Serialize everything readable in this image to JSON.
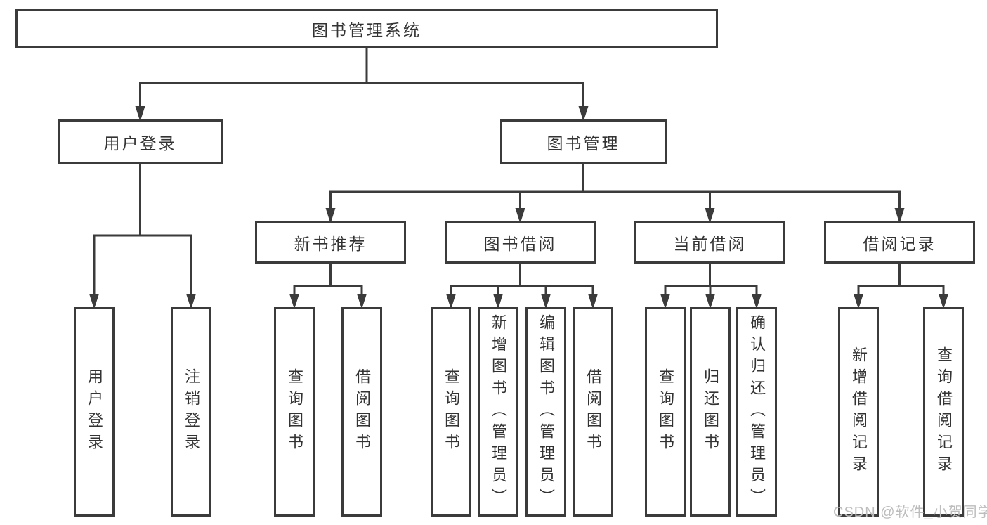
{
  "diagram": {
    "nodes": [
      {
        "id": "system",
        "label": "图书管理系统",
        "text_direction": "horizontal",
        "children": [
          "user-login",
          "book-management"
        ]
      },
      {
        "id": "user-login",
        "label": "用户登录",
        "text_direction": "horizontal",
        "children": [
          "login",
          "logout"
        ]
      },
      {
        "id": "book-management",
        "label": "图书管理",
        "text_direction": "horizontal",
        "children": [
          "new-book-rec",
          "book-borrow",
          "current-borrow",
          "borrow-records"
        ]
      },
      {
        "id": "new-book-rec",
        "label": "新书推荐",
        "text_direction": "horizontal",
        "children": [
          "nbr-query",
          "nbr-borrow"
        ]
      },
      {
        "id": "book-borrow",
        "label": "图书借阅",
        "text_direction": "horizontal",
        "children": [
          "bb-query",
          "bb-add",
          "bb-edit",
          "bb-borrow"
        ]
      },
      {
        "id": "current-borrow",
        "label": "当前借阅",
        "text_direction": "horizontal",
        "children": [
          "cb-query",
          "cb-return",
          "cb-confirm"
        ]
      },
      {
        "id": "borrow-records",
        "label": "借阅记录",
        "text_direction": "horizontal",
        "children": [
          "br-add",
          "br-query"
        ]
      },
      {
        "id": "login",
        "label": "用户登录",
        "text_direction": "vertical",
        "children": []
      },
      {
        "id": "logout",
        "label": "注销登录",
        "text_direction": "vertical",
        "children": []
      },
      {
        "id": "nbr-query",
        "label": "查询图书",
        "text_direction": "vertical",
        "children": []
      },
      {
        "id": "nbr-borrow",
        "label": "借阅图书",
        "text_direction": "vertical",
        "children": []
      },
      {
        "id": "bb-query",
        "label": "查询图书",
        "text_direction": "vertical",
        "children": []
      },
      {
        "id": "bb-add",
        "label": "新增图书（管理员）",
        "text_direction": "vertical",
        "children": []
      },
      {
        "id": "bb-edit",
        "label": "编辑图书（管理员）",
        "text_direction": "vertical",
        "children": []
      },
      {
        "id": "bb-borrow",
        "label": "借阅图书",
        "text_direction": "vertical",
        "children": []
      },
      {
        "id": "cb-query",
        "label": "查询图书",
        "text_direction": "vertical",
        "children": []
      },
      {
        "id": "cb-return",
        "label": "归还图书",
        "text_direction": "vertical",
        "children": []
      },
      {
        "id": "cb-confirm",
        "label": "确认归还（管理员）",
        "text_direction": "vertical",
        "children": []
      },
      {
        "id": "br-add",
        "label": "新增借阅记录",
        "text_direction": "vertical",
        "children": []
      },
      {
        "id": "br-query",
        "label": "查询借阅记录",
        "text_direction": "vertical",
        "children": []
      }
    ]
  },
  "watermark": {
    "text": "CSDN @软件_小贺同学"
  },
  "colors": {
    "line": "#3b3b3b",
    "box_border": "#3b3b3b",
    "text": "#333333",
    "watermark": "#bdbdbd",
    "background": "#ffffff"
  }
}
